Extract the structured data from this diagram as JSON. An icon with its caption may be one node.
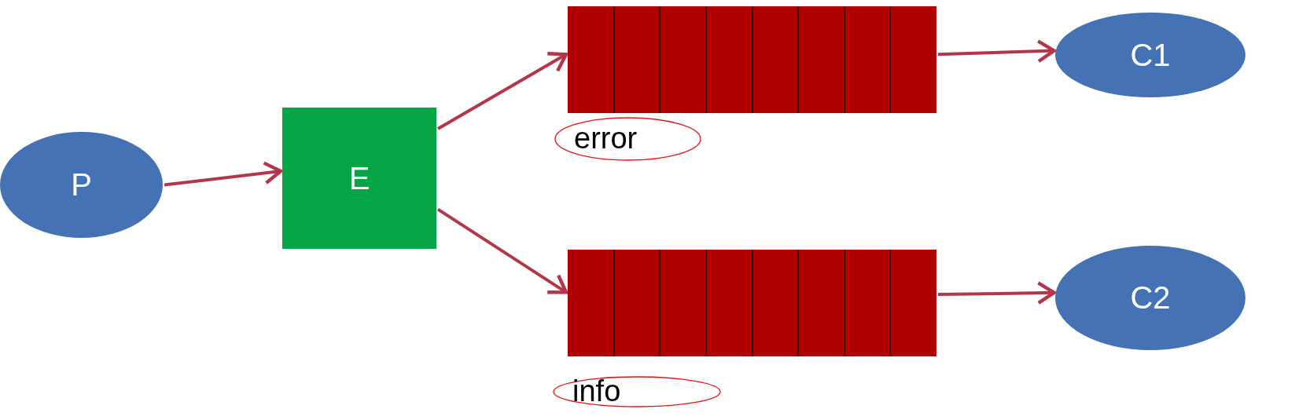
{
  "diagram": {
    "nodes": [
      {
        "text": [
          "P"
        ]
      },
      {
        "text": [
          "E"
        ]
      },
      {
        "text": [],
        "shape": "box",
        "beside": [
          "error"
        ]
      },
      {
        "text": [
          "C1"
        ]
      },
      {
        "text": [],
        "shape": "box",
        "beside": [
          "info"
        ]
      },
      {
        "text": [
          "C2"
        ]
      }
    ],
    "edges": [
      {
        "from": 0,
        "to": 1,
        "arrow": "to"
      },
      {
        "from": 1,
        "to": 2,
        "arrow": "to"
      },
      {
        "from": 1,
        "to": 4,
        "arrow": "to"
      },
      {
        "from": 2,
        "to": 3,
        "arrow": "to"
      },
      {
        "from": 4,
        "to": 5,
        "arrow": "to"
      }
    ]
  }
}
